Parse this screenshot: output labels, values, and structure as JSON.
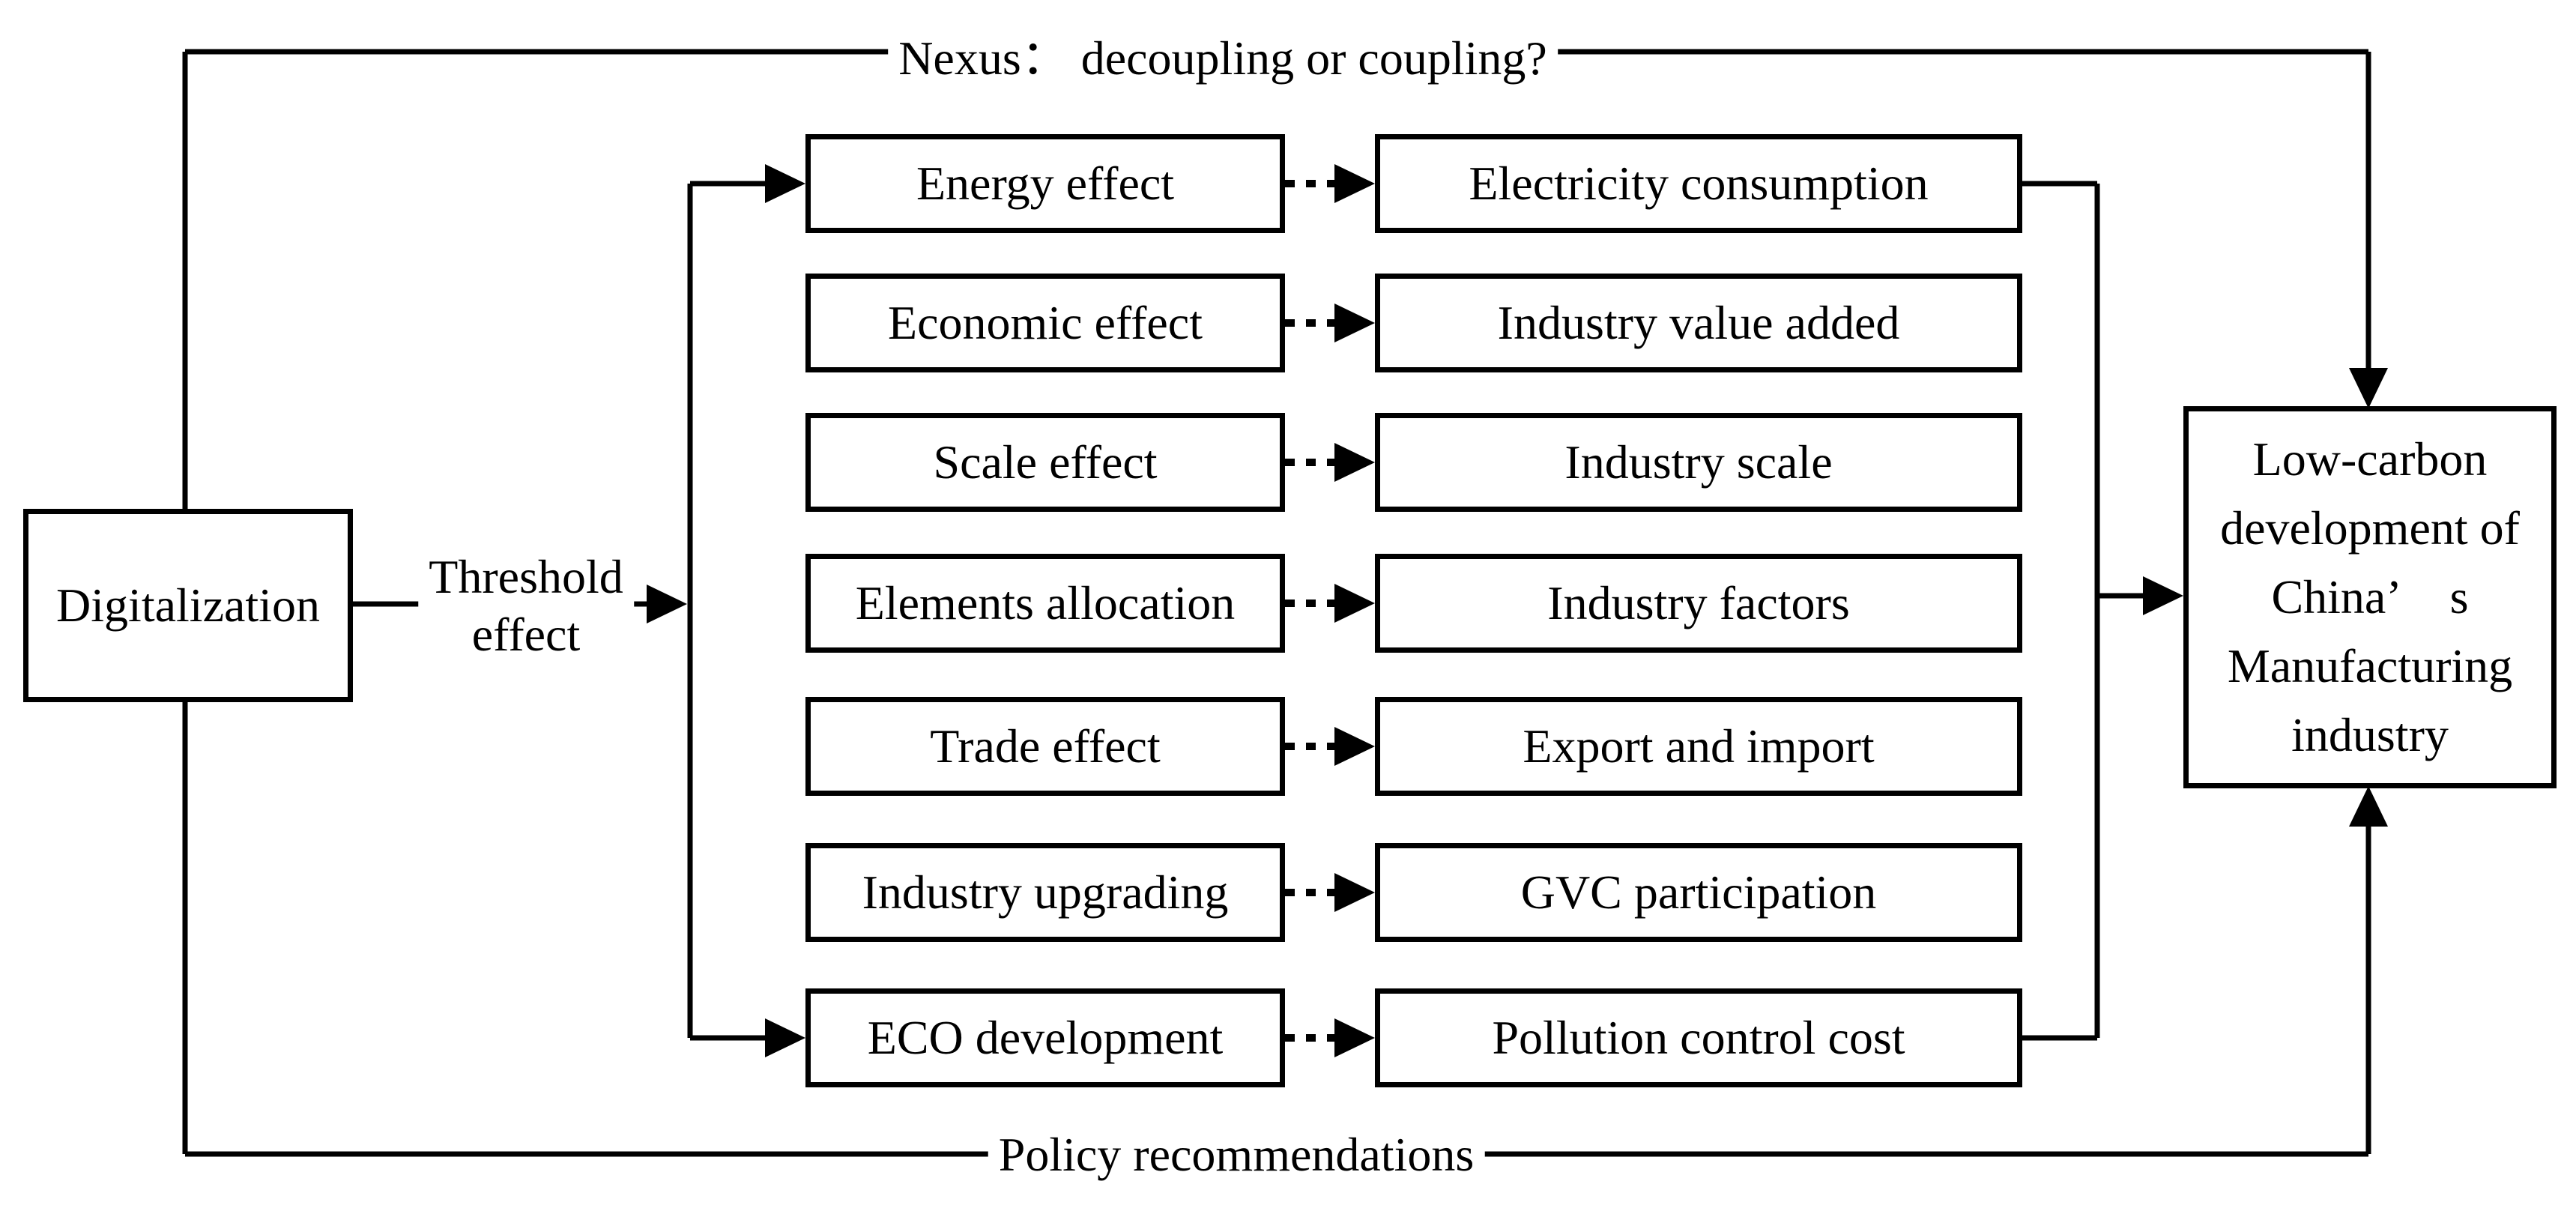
{
  "figure": {
    "background": "#ffffff",
    "line_color": "#000000",
    "nexus_label": "Nexus： decoupling or coupling?",
    "policy_label": "Policy recommendations",
    "digitalization_label": "Digitalization",
    "threshold_line1": "Threshold",
    "threshold_line2": "effect",
    "outcome_lines": [
      "Low-carbon",
      "development of",
      "China’ s",
      "Manufacturing",
      "industry"
    ],
    "rows": [
      {
        "effect": "Energy effect",
        "indicator": "Electricity consumption"
      },
      {
        "effect": "Economic effect",
        "indicator": "Industry value added"
      },
      {
        "effect": "Scale effect",
        "indicator": "Industry scale"
      },
      {
        "effect": "Elements allocation",
        "indicator": "Industry factors"
      },
      {
        "effect": "Trade effect",
        "indicator": "Export and import"
      },
      {
        "effect": "Industry upgrading",
        "indicator": "GVC participation"
      },
      {
        "effect": "ECO development",
        "indicator": "Pollution control cost"
      }
    ]
  }
}
